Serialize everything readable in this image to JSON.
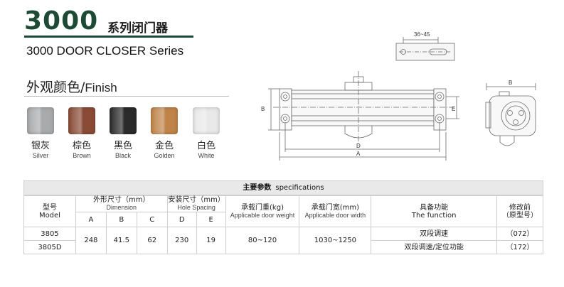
{
  "header": {
    "model_number": "3000",
    "model_cn": "系列闭门器",
    "subtitle": "3000 DOOR CLOSER Series"
  },
  "finish": {
    "title_cn": "外观颜色/",
    "title_en": "Finish",
    "swatches": [
      {
        "cn": "银灰",
        "en": "Silver",
        "color": "#a9aaac"
      },
      {
        "cn": "棕色",
        "en": "Brown",
        "color": "#8a4b36"
      },
      {
        "cn": "黑色",
        "en": "Black",
        "color": "#2b2b2b"
      },
      {
        "cn": "金色",
        "en": "Golden",
        "color": "#c0844a"
      },
      {
        "cn": "白色",
        "en": "White",
        "color": "#e9e9e9"
      }
    ]
  },
  "drawing": {
    "hole_spacing_label": "36~45",
    "labels": {
      "a": "A",
      "b": "B",
      "d": "D",
      "e": "E",
      "b_side": "B"
    }
  },
  "specs": {
    "title_cn": "主要参数",
    "title_en": "specifications",
    "headers": {
      "model_cn": "型号",
      "model_en": "Model",
      "dimension_cn": "外形尺寸（mm）",
      "dimension_en": "Dimension",
      "hole_cn": "安装尺寸（mm）",
      "hole_en": "Hole Spacing",
      "weight_cn": "承载门重(kg)",
      "weight_en": "Applicable door weight",
      "width_cn": "承载门宽(mm)",
      "width_en": "Applicable door width",
      "function_cn": "具备功能",
      "function_en": "The function",
      "old_cn": "修改前",
      "old_en": "（原型号）",
      "a": "A",
      "b": "B",
      "c": "C",
      "d": "D",
      "e": "E"
    },
    "rows": [
      {
        "model": "3805",
        "function": "双段调速",
        "old": "（072）"
      },
      {
        "model": "3805D",
        "function": "双段调速/定位功能",
        "old": "（172）"
      }
    ],
    "shared": {
      "a": "248",
      "b": "41.5",
      "c": "62",
      "d": "230",
      "e": "19",
      "weight": "80~120",
      "width": "1030~1250"
    }
  }
}
